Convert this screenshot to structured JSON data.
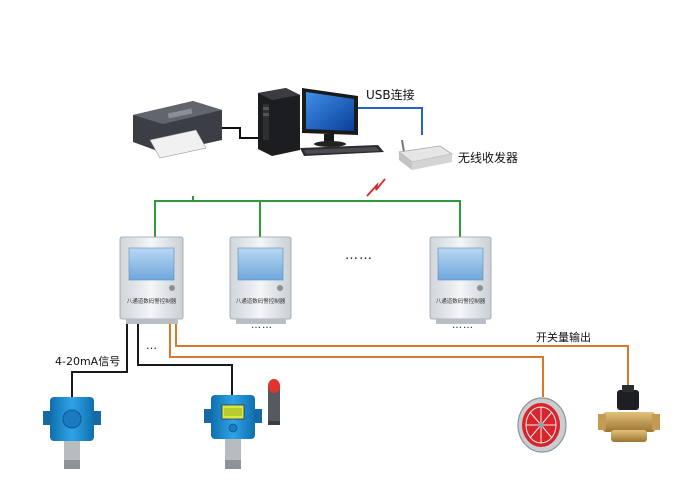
{
  "labels": {
    "usb": "USB连接",
    "wireless": "无线收发器",
    "analog_signal": "4-20mA信号",
    "switch_output": "开关量输出",
    "more_controllers": "……",
    "controller_panel_text": "八通道数码警控制器",
    "more_sensors": "…"
  },
  "colors": {
    "bus_line": "#2e9a3c",
    "usb_line": "#2563c9",
    "relay_line": "#d9782a",
    "signal_line": "#1a1a1a",
    "wireless_spark": "#d8262b",
    "controller_body": "#e9ecef",
    "sensor_blue": "#1f86c9"
  },
  "icons": [
    "printer-icon",
    "desktop-computer-icon",
    "monitor-icon",
    "keyboard-icon",
    "wireless-router-icon",
    "controller-box-icon",
    "gas-sensor-icon",
    "alarm-light-icon",
    "exhaust-fan-icon",
    "solenoid-valve-icon"
  ]
}
